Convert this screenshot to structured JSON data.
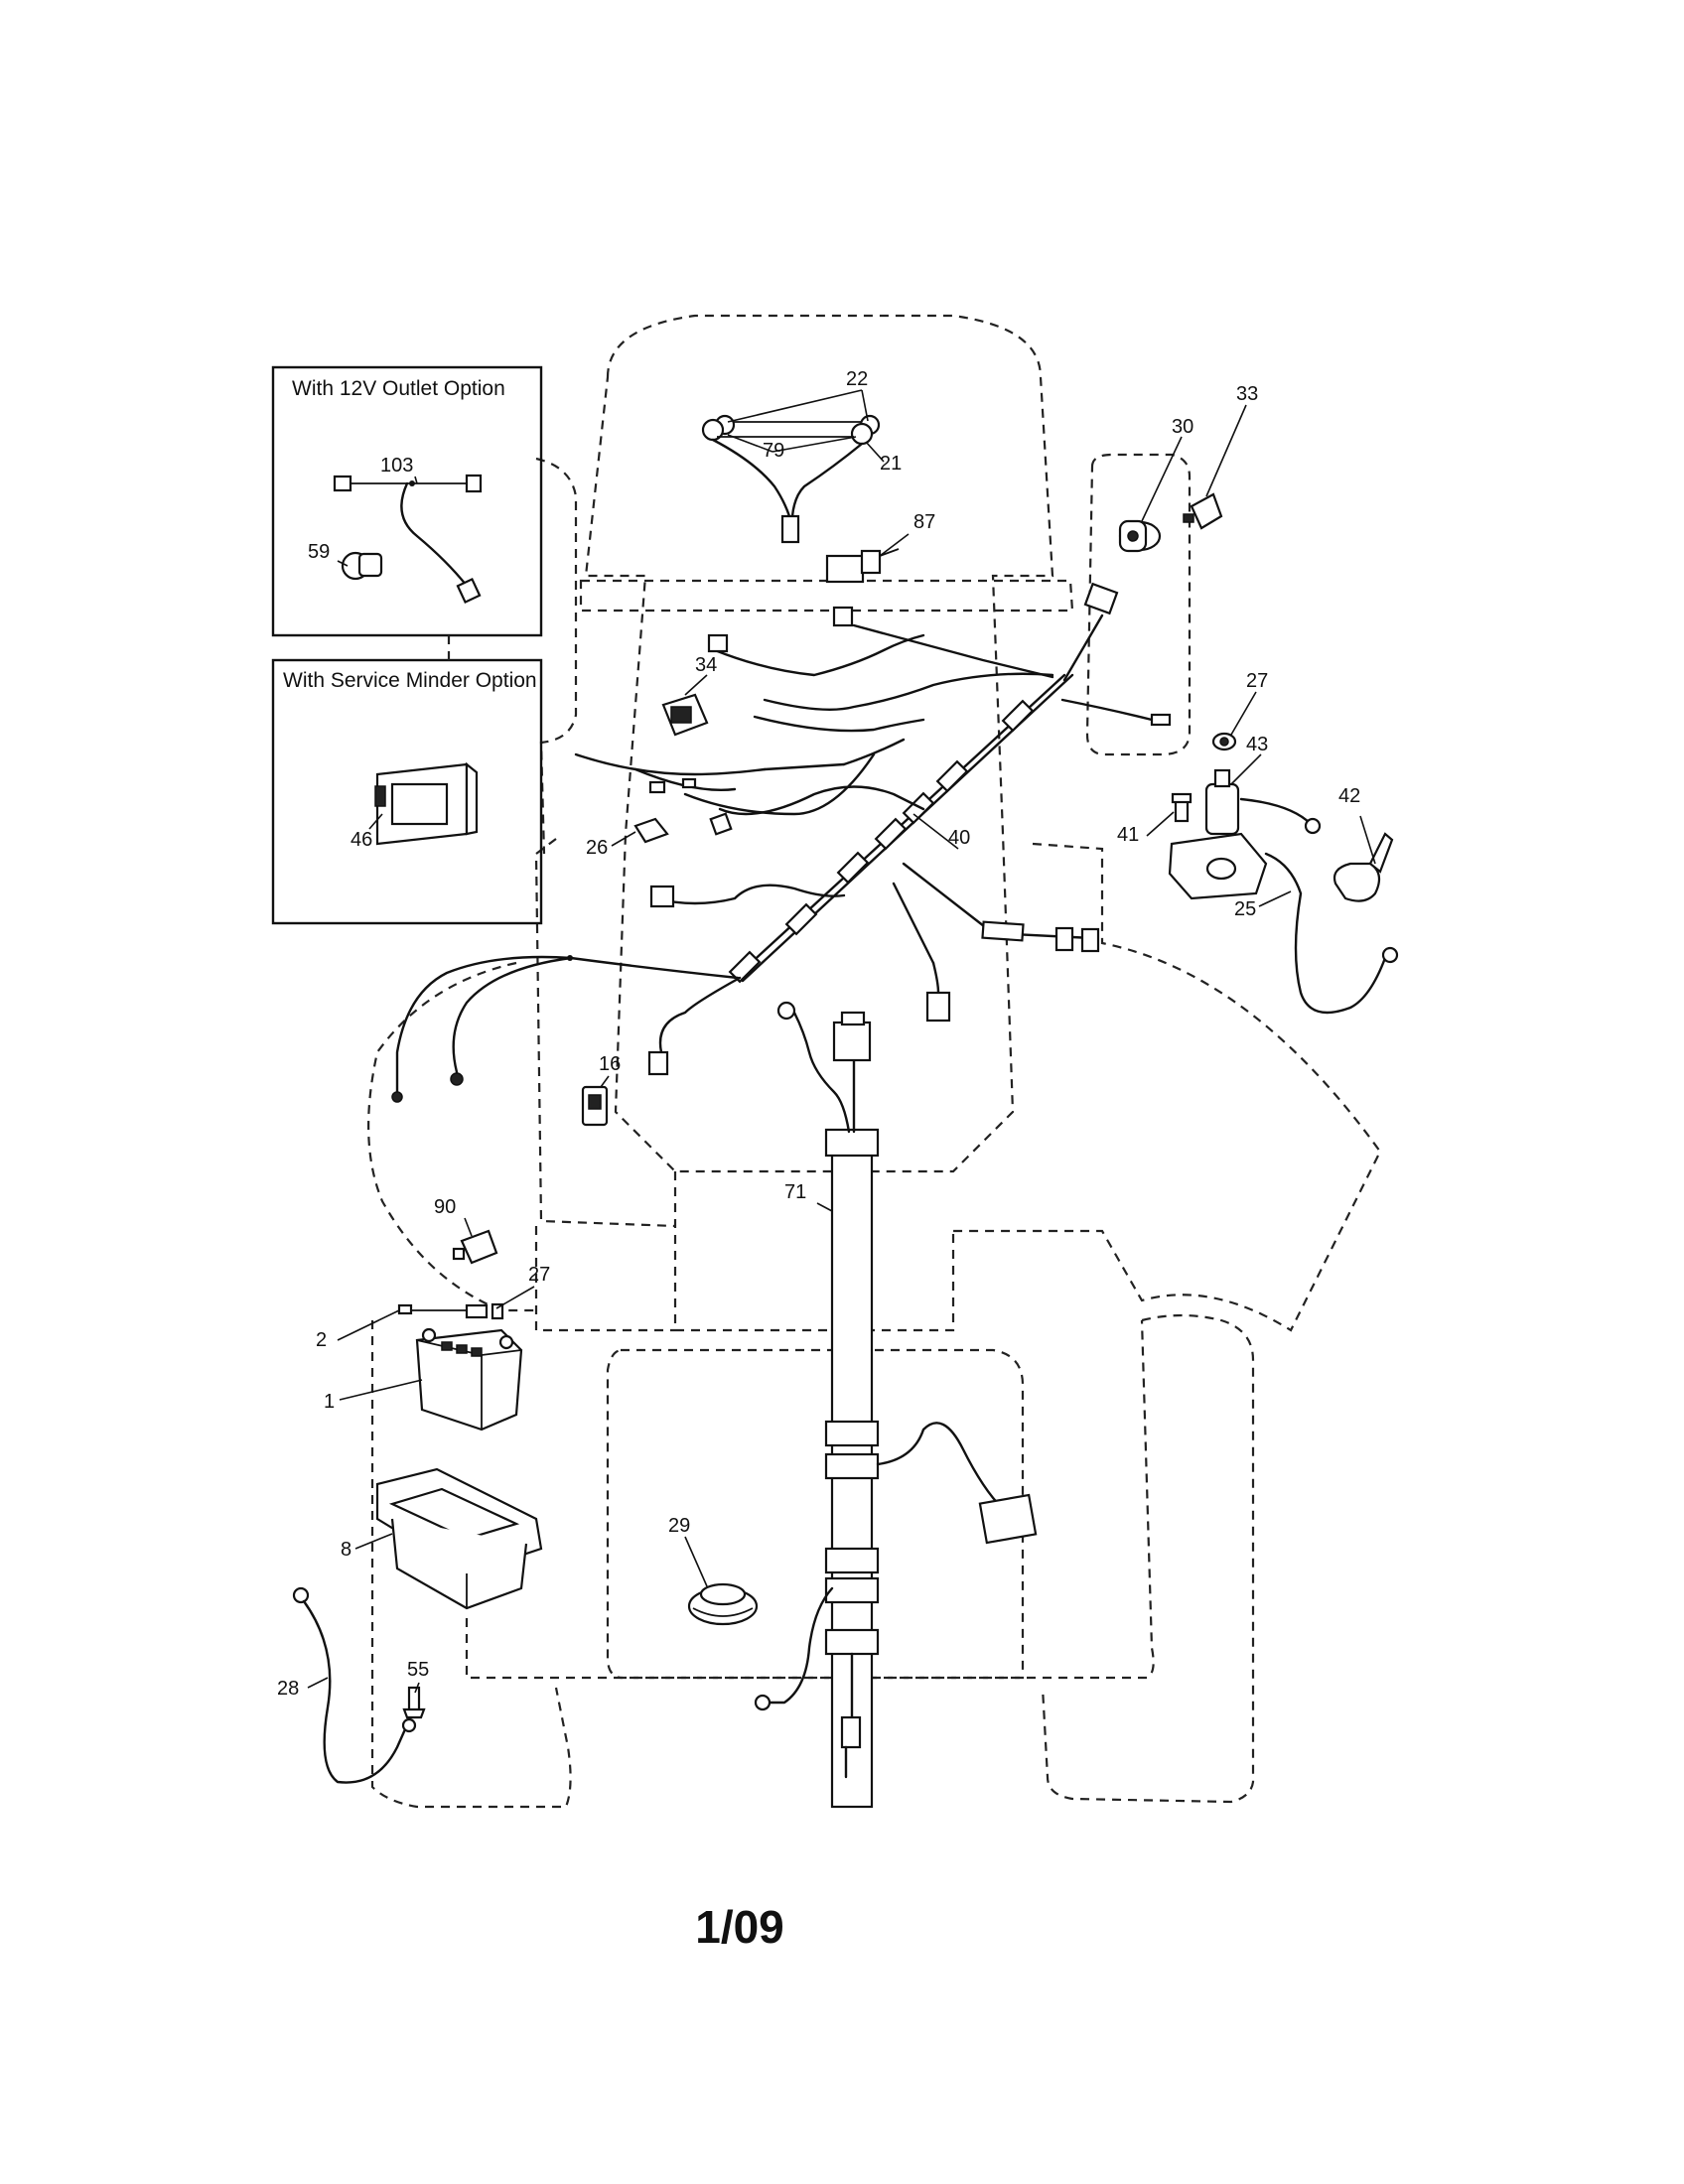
{
  "options": {
    "outlet": {
      "title": "With 12V Outlet Option"
    },
    "service_minder": {
      "title": "With Service Minder Option"
    }
  },
  "callouts": [
    {
      "id": "c22",
      "label": "22"
    },
    {
      "id": "c79",
      "label": "79"
    },
    {
      "id": "c21",
      "label": "21"
    },
    {
      "id": "c87",
      "label": "87"
    },
    {
      "id": "c30",
      "label": "30"
    },
    {
      "id": "c33",
      "label": "33"
    },
    {
      "id": "c103",
      "label": "103"
    },
    {
      "id": "c59",
      "label": "59"
    },
    {
      "id": "c34",
      "label": "34"
    },
    {
      "id": "c27a",
      "label": "27"
    },
    {
      "id": "c43",
      "label": "43"
    },
    {
      "id": "c42",
      "label": "42"
    },
    {
      "id": "c41",
      "label": "41"
    },
    {
      "id": "c25",
      "label": "25"
    },
    {
      "id": "c46",
      "label": "46"
    },
    {
      "id": "c26",
      "label": "26"
    },
    {
      "id": "c40",
      "label": "40"
    },
    {
      "id": "c16",
      "label": "16"
    },
    {
      "id": "c90",
      "label": "90"
    },
    {
      "id": "c71",
      "label": "71"
    },
    {
      "id": "c27b",
      "label": "27"
    },
    {
      "id": "c2",
      "label": "2"
    },
    {
      "id": "c1",
      "label": "1"
    },
    {
      "id": "c8",
      "label": "8"
    },
    {
      "id": "c29",
      "label": "29"
    },
    {
      "id": "c28",
      "label": "28"
    },
    {
      "id": "c55",
      "label": "55"
    }
  ],
  "page_number": "1/09"
}
